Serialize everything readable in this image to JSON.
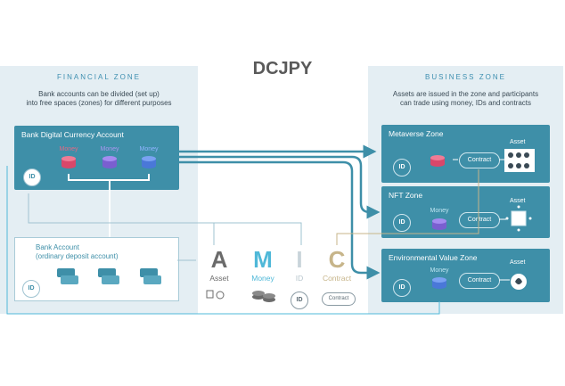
{
  "title": "DCJPY",
  "financial_zone": {
    "heading": "FINANCIAL ZONE",
    "description_line1": "Bank accounts can be divided (set up)",
    "description_line2": "into free spaces (zones) for different purposes",
    "dc_account": {
      "title": "Bank Digital Currency Account",
      "money_labels": [
        "Money",
        "Money",
        "Money"
      ],
      "id": "ID"
    },
    "bank_account": {
      "title_line1": "Bank Account",
      "title_line2": "(ordinary deposit account)",
      "id": "ID"
    }
  },
  "business_zone": {
    "heading": "BUSINESS ZONE",
    "description_line1": "Assets are issued in the zone and participants",
    "description_line2": "can trade using money, IDs and contracts",
    "zones": [
      {
        "title": "Metaverse Zone",
        "id": "ID",
        "money": "",
        "contract": "Contract",
        "asset": "Asset"
      },
      {
        "title": "NFT Zone",
        "id": "ID",
        "money": "Money",
        "contract": "Contract",
        "asset": "Asset"
      },
      {
        "title": "Environmental Value Zone",
        "id": "ID",
        "money": "Money",
        "contract": "Contract",
        "asset": "Asset"
      }
    ]
  },
  "amic": [
    {
      "letter": "A",
      "word": "Asset",
      "color": "#6b6b6b"
    },
    {
      "letter": "M",
      "word": "Money",
      "color": "#4fb8d8"
    },
    {
      "letter": "I",
      "word": "ID",
      "color": "#c9d4da"
    },
    {
      "letter": "C",
      "word": "Contract",
      "color": "#c7b58a"
    }
  ],
  "legend_icons": {
    "id": "ID",
    "contract": "Contract"
  },
  "colors": {
    "panel": "#e4eef3",
    "teal": "#3e8fa8",
    "accent": "#4fb8d8",
    "money_pink": "#d9476a",
    "money_purple": "#7a5fd0",
    "money_blue": "#4a78d8"
  }
}
